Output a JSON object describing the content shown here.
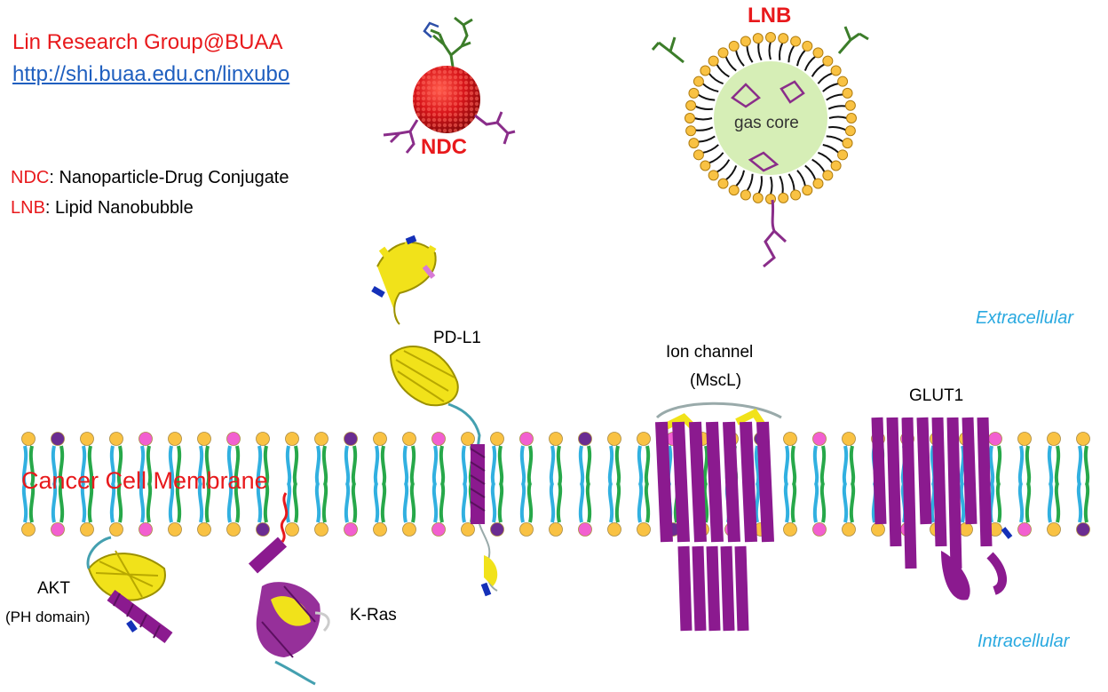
{
  "header": {
    "title": "Lin Research Group@BUAA",
    "link": "http://shi.buaa.edu.cn/linxubo"
  },
  "legend": [
    {
      "abbr": "NDC",
      "desc": ": Nanoparticle-Drug Conjugate"
    },
    {
      "abbr": "LNB",
      "desc": ": Lipid Nanobubble"
    }
  ],
  "particles": {
    "ndc_label": "NDC",
    "lnb_label": "LNB",
    "gas_core": "gas core"
  },
  "regions": {
    "extracellular": "Extracellular",
    "intracellular": "Intracellular",
    "membrane": "Cancer Cell Membrane"
  },
  "proteins": {
    "pdl1": "PD-L1",
    "ion_channel_line1": "Ion channel",
    "ion_channel_line2": "(MscL)",
    "glut1": "GLUT1",
    "akt_line1": "AKT",
    "akt_line2": "(PH domain)",
    "kras": "K-Ras"
  },
  "colors": {
    "accent_red": "#e8191c",
    "link_blue": "#1f5fbf",
    "region_blue": "#29a9e0",
    "head_orange": "#f9c243",
    "head_pink": "#f25fd0",
    "head_purple": "#6a2c91",
    "tail_blue": "#31b0e0",
    "tail_green": "#27a84a",
    "helix_purple": "#8b1a8f",
    "sheet_yellow": "#f1e21a",
    "nanoparticle_red": "#d8151a",
    "gas_core_green": "#d6eeb6"
  }
}
